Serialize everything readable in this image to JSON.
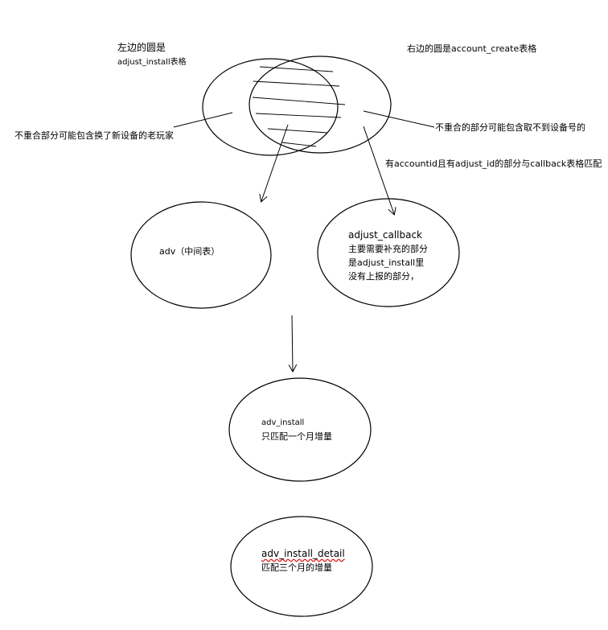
{
  "labels": {
    "left_circle_title": "左边的圆是",
    "left_circle_table": "adjust_install表格",
    "right_circle_title": "右边的圆是account_create表格",
    "left_note": "不重合部分可能包含换了新设备的老玩家",
    "right_note": "不重合的部分可能包含取不到设备号的",
    "overlap_note": "有accountid且有adjust_id的部分与callback表格匹配",
    "adv_label": "adv（中间表）",
    "adjust_callback": {
      "line1": "adjust_callback",
      "line2": "主要需要补充的部分",
      "line3": "是adjust_install里",
      "line4": "没有上报的部分，"
    },
    "adv_install": {
      "line1": "adv_install",
      "line2": "只匹配一个月增量"
    },
    "adv_install_detail": {
      "line1": "adv_install_detail",
      "line2": "匹配三个月的增量"
    }
  },
  "colors": {
    "stroke": "#000000",
    "background": "#ffffff",
    "spellcheck_underline": "#dd1111"
  }
}
